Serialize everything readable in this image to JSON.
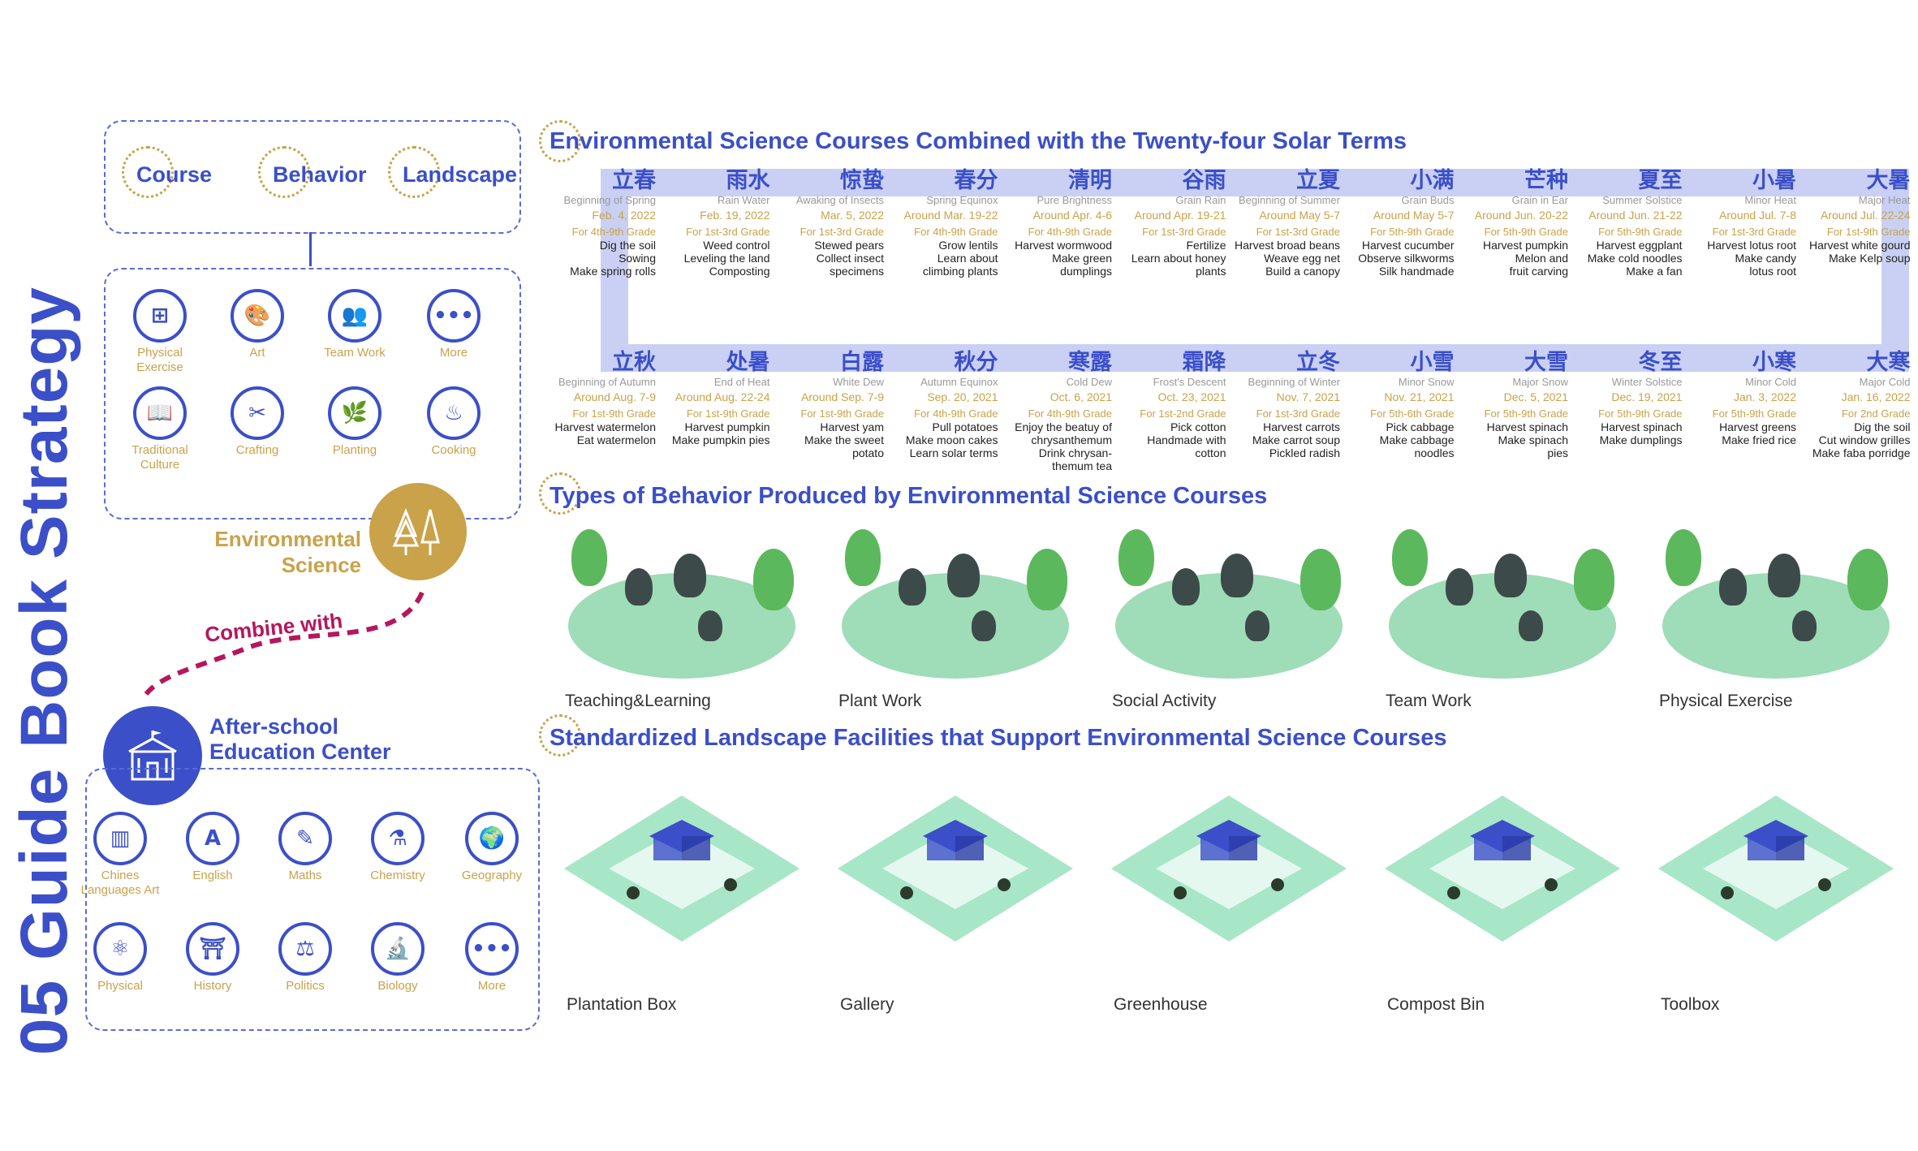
{
  "title": "05 Guide Book Strategy",
  "tabs": [
    "Course",
    "Behavior",
    "Landscape"
  ],
  "behavior_icons": [
    {
      "label": "Physical Exercise",
      "icon": "dumbbell-icon",
      "glyph": "⊞"
    },
    {
      "label": "Art",
      "icon": "palette-icon",
      "glyph": "🎨"
    },
    {
      "label": "Team Work",
      "icon": "team-icon",
      "glyph": "👥"
    },
    {
      "label": "More",
      "icon": "more-icon",
      "glyph": "•••"
    },
    {
      "label": "Traditional Culture",
      "icon": "book-icon",
      "glyph": "📖"
    },
    {
      "label": "Crafting",
      "icon": "scissors-icon",
      "glyph": "✂"
    },
    {
      "label": "Planting",
      "icon": "sprout-icon",
      "glyph": "🌿"
    },
    {
      "label": "Cooking",
      "icon": "pot-icon",
      "glyph": "♨"
    }
  ],
  "env_science_label": "Environmental Science",
  "combine_label": "Combine with",
  "center_label": "After-school Education Center",
  "course_icons": [
    {
      "label": "Chines Languages Art",
      "icon": "books-icon",
      "glyph": "▥"
    },
    {
      "label": "English",
      "icon": "letter-a-icon",
      "glyph": "A"
    },
    {
      "label": "Maths",
      "icon": "ruler-pencil-icon",
      "glyph": "✎"
    },
    {
      "label": "Chemistry",
      "icon": "flask-icon",
      "glyph": "⚗"
    },
    {
      "label": "Geography",
      "icon": "globe-icon",
      "glyph": "🌍"
    },
    {
      "label": "Physical",
      "icon": "atom-icon",
      "glyph": "⚛"
    },
    {
      "label": "History",
      "icon": "temple-icon",
      "glyph": "⛩"
    },
    {
      "label": "Politics",
      "icon": "scales-icon",
      "glyph": "⚖"
    },
    {
      "label": "Biology",
      "icon": "microscope-icon",
      "glyph": "🔬"
    },
    {
      "label": "More",
      "icon": "more-icon",
      "glyph": "•••"
    }
  ],
  "section_titles": {
    "solar": "Environmental Science Courses Combined with the Twenty-four Solar Terms",
    "behavior": "Types of Behavior Produced by Environmental Science Courses",
    "landscape": "Standardized Landscape Facilities that Support Environmental Science Courses"
  },
  "solar_terms_top": [
    {
      "zh": "立春",
      "en": "Beginning of Spring",
      "date": "Feb. 4, 2022",
      "grade": "For 4th-9th Grade",
      "acts": "Dig the soil\nSowing\nMake spring rolls"
    },
    {
      "zh": "雨水",
      "en": "Rain Water",
      "date": "Feb. 19, 2022",
      "grade": "For 1st-3rd Grade",
      "acts": "Weed control\nLeveling the land\nComposting"
    },
    {
      "zh": "惊蛰",
      "en": "Awaking of Insects",
      "date": "Mar. 5, 2022",
      "grade": "For 1st-3rd Grade",
      "acts": "Stewed pears\nCollect insect\nspecimens"
    },
    {
      "zh": "春分",
      "en": "Spring Equinox",
      "date": "Around Mar. 19-22",
      "grade": "For 4th-9th Grade",
      "acts": "Grow lentils\nLearn about\nclimbing plants"
    },
    {
      "zh": "清明",
      "en": "Pure Brightness",
      "date": "Around Apr. 4-6",
      "grade": "For 4th-9th Grade",
      "acts": "Harvest wormwood\nMake green\ndumplings"
    },
    {
      "zh": "谷雨",
      "en": "Grain Rain",
      "date": "Around Apr. 19-21",
      "grade": "For 1st-3rd Grade",
      "acts": "Fertilize\nLearn about honey\nplants"
    },
    {
      "zh": "立夏",
      "en": "Beginning of Summer",
      "date": "Around May 5-7",
      "grade": "For 1st-3rd Grade",
      "acts": "Harvest broad beans\nWeave egg net\nBuild a canopy"
    },
    {
      "zh": "小满",
      "en": "Grain Buds",
      "date": "Around May 5-7",
      "grade": "For 5th-9th Grade",
      "acts": "Harvest cucumber\nObserve silkworms\nSilk handmade"
    },
    {
      "zh": "芒种",
      "en": "Grain in Ear",
      "date": "Around Jun. 20-22",
      "grade": "For 5th-9th Grade",
      "acts": "Harvest pumpkin\nMelon and\nfruit carving"
    },
    {
      "zh": "夏至",
      "en": "Summer Solstice",
      "date": "Around Jun. 21-22",
      "grade": "For 5th-9th Grade",
      "acts": "Harvest eggplant\nMake cold noodles\nMake a fan"
    },
    {
      "zh": "小暑",
      "en": "Minor Heat",
      "date": "Around Jul. 7-8",
      "grade": "For 1st-3rd Grade",
      "acts": "Harvest lotus root\nMake candy\nlotus root"
    },
    {
      "zh": "大暑",
      "en": "Major Heat",
      "date": "Around Jul. 22-24",
      "grade": "For 1st-9th Grade",
      "acts": "Harvest white gourd\nMake Kelp soup"
    }
  ],
  "solar_terms_bottom": [
    {
      "zh": "立秋",
      "en": "Beginning of Autumn",
      "date": "Around Aug. 7-9",
      "grade": "For 1st-9th Grade",
      "acts": "Harvest watermelon\nEat watermelon"
    },
    {
      "zh": "处暑",
      "en": "End of Heat",
      "date": "Around Aug. 22-24",
      "grade": "For 1st-9th Grade",
      "acts": "Harvest pumpkin\nMake pumpkin pies"
    },
    {
      "zh": "白露",
      "en": "White Dew",
      "date": "Around Sep. 7-9",
      "grade": "For 1st-9th Grade",
      "acts": "Harvest yam\nMake the sweet\npotato"
    },
    {
      "zh": "秋分",
      "en": "Autumn Equinox",
      "date": "Sep. 20, 2021",
      "grade": "For 4th-9th Grade",
      "acts": "Pull potatoes\nMake moon cakes\nLearn solar terms"
    },
    {
      "zh": "寒露",
      "en": "Cold Dew",
      "date": "Oct. 6, 2021",
      "grade": "For 4th-9th Grade",
      "acts": "Enjoy the beatuy of\nchrysanthemum\nDrink chrysan-\nthemum tea"
    },
    {
      "zh": "霜降",
      "en": "Frost's Descent",
      "date": "Oct. 23, 2021",
      "grade": "For 1st-2nd Grade",
      "acts": "Pick cotton\nHandmade with\ncotton"
    },
    {
      "zh": "立冬",
      "en": "Beginning of Winter",
      "date": "Nov. 7, 2021",
      "grade": "For 1st-3rd Grade",
      "acts": "Harvest carrots\nMake carrot soup\nPickled radish"
    },
    {
      "zh": "小雪",
      "en": "Minor Snow",
      "date": "Nov. 21, 2021",
      "grade": "For 5th-6th Grade",
      "acts": "Pick cabbage\nMake cabbage\nnoodles"
    },
    {
      "zh": "大雪",
      "en": "Major Snow",
      "date": "Dec. 5, 2021",
      "grade": "For 5th-9th Grade",
      "acts": "Harvest spinach\nMake spinach\npies"
    },
    {
      "zh": "冬至",
      "en": "Winter Solstice",
      "date": "Dec. 19, 2021",
      "grade": "For 5th-9th Grade",
      "acts": "Harvest spinach\nMake dumplings"
    },
    {
      "zh": "小寒",
      "en": "Minor Cold",
      "date": "Jan. 3, 2022",
      "grade": "For 5th-9th Grade",
      "acts": "Harvest greens\nMake fried rice"
    },
    {
      "zh": "大寒",
      "en": "Major Cold",
      "date": "Jan. 16, 2022",
      "grade": "For 2nd Grade",
      "acts": "Dig the soil\nCut window grilles\nMake faba porridge"
    }
  ],
  "behaviors": [
    "Teaching&Learning",
    "Plant Work",
    "Social Activity",
    "Team Work",
    "Physical Exercise"
  ],
  "facilities": [
    "Plantation Box",
    "Gallery",
    "Greenhouse",
    "Compost Bin",
    "Toolbox"
  ],
  "colors": {
    "accent": "#3b4fc9",
    "gold": "#c9a24a",
    "green": "#9fdcb8",
    "band": "#c9d0f3"
  }
}
